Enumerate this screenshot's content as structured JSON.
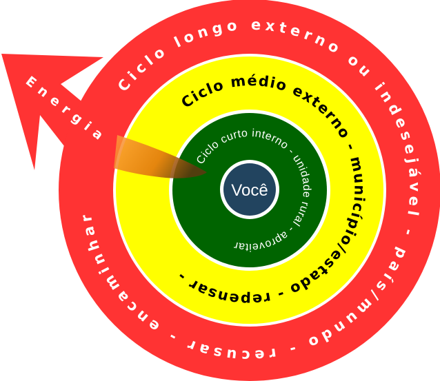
{
  "diagram": {
    "outer_ring": {
      "label": "Ciclo longo externo ou indesejável  -  país/mundo  -  recusar  -  encaminhar",
      "color": "#ff3333"
    },
    "middle_ring": {
      "label": "Ciclo médio externo  -  município/estado  -  repensar  -",
      "color": "#ffff00"
    },
    "inner_ring": {
      "label": "Ciclo curto interno  -  unidade rural  -  aproveitar",
      "color": "#006400"
    },
    "center": {
      "label": "Você",
      "color": "#22445f"
    },
    "arrow": {
      "label": "Energia",
      "color": "#ff3333",
      "glow_color": "#ff8c1a"
    }
  }
}
